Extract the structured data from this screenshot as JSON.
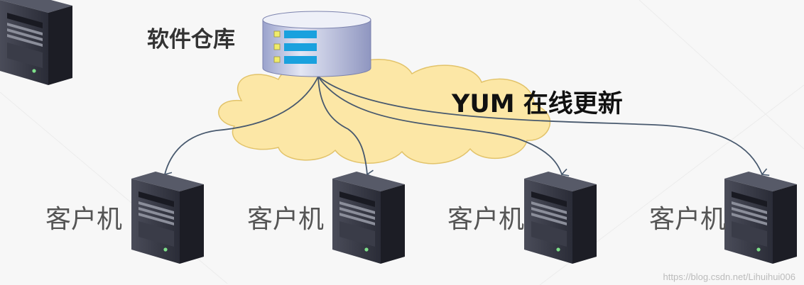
{
  "repository": {
    "label": "软件仓库"
  },
  "update": {
    "label": "YUM 在线更新"
  },
  "clients": [
    {
      "label": "客户机"
    },
    {
      "label": "客户机"
    },
    {
      "label": "客户机"
    },
    {
      "label": "客户机"
    }
  ],
  "watermark": "https://blog.csdn.net/Lihuihui006",
  "colors": {
    "cloud_fill": "#fce7a6",
    "cloud_stroke": "#e2c36a",
    "connector": "#48596e",
    "repo_blue": "#1aa1de",
    "repo_square": "#f0ec6a",
    "server_body": "#262833"
  }
}
